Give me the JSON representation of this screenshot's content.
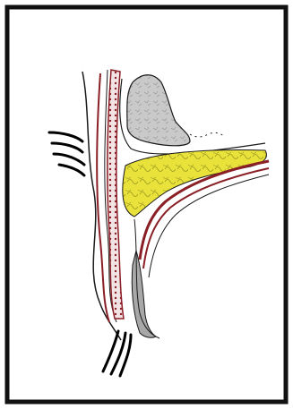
{
  "figure": {
    "description_visible_text": "",
    "colors": {
      "frame": "#111111",
      "paper": "#ffffff",
      "outline": "#1a1a1a",
      "bone": "#c9c9c9",
      "fat": "#e9e23a",
      "muscle": "#8b1f26",
      "connective": "#d7c6c4",
      "tarsal": "#a8a8a8",
      "lashes": "#000000"
    },
    "icons": [
      "upper-eyelashes",
      "lower-eyelashes",
      "orbital-bone",
      "orbital-fat",
      "levator-muscle",
      "orbicularis-muscle",
      "tarsal-plate"
    ]
  }
}
